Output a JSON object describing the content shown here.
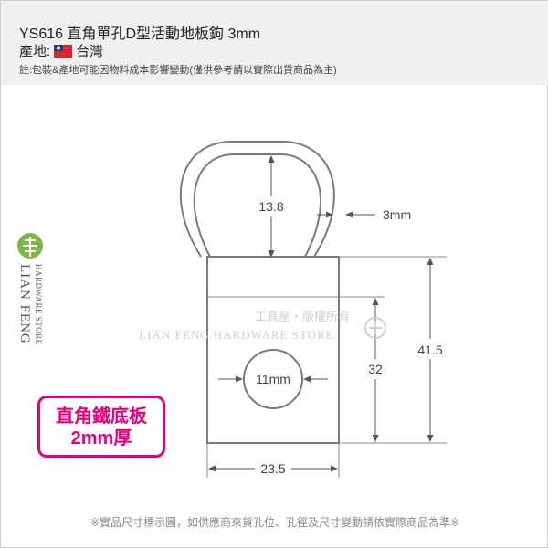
{
  "header": {
    "title": "YS616 直角單孔D型活動地板鉤 3mm",
    "origin_label": "產地:",
    "origin_country": "台灣",
    "note": "註:包裝&產地可能因物料成本影響變動(僅供參考請以實際出貨商品為主)"
  },
  "diagram": {
    "dim_inner_height": "13.8",
    "dim_wire": "3mm",
    "dim_hole": "11mm",
    "dim_height_32": "32",
    "dim_height_total": "41.5",
    "dim_width": "23.5"
  },
  "brand": {
    "vertical_name": "LIAN FENG",
    "vertical_sub": "HARDWARE STORE",
    "watermark_cn": "工具屋・版權所有",
    "watermark_en": "LIAN FENG HARDWARE STORE"
  },
  "badge": {
    "line1": "直角鐵底板",
    "line2": "2mm厚",
    "color": "#e4007f"
  },
  "footer": {
    "text": "※實品尺寸標示圖，如供應商來貨孔位、孔徑及尺寸變動請依實際商品為準※"
  }
}
